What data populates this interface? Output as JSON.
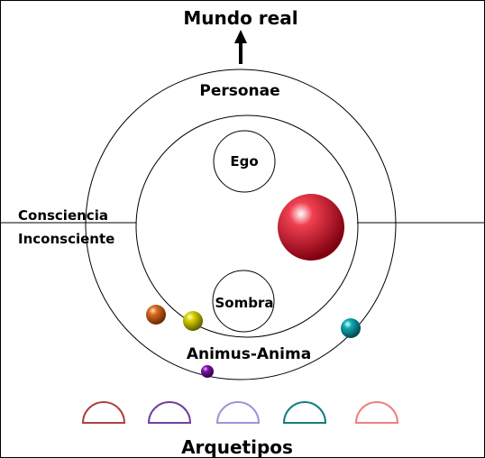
{
  "labels": {
    "top": "Mundo real",
    "personae": "Personae",
    "ego": "Ego",
    "sombra": "Sombra",
    "animus": "Animus-Anima",
    "consciencia": "Consciencia",
    "inconsciente": "Inconsciente",
    "bottom": "Arquetipos"
  },
  "colors": {
    "big_sphere": "#e01020",
    "orange_sphere": "#d86a20",
    "yellow_sphere": "#d8d000",
    "teal_sphere": "#10a8b0",
    "purple_sphere": "#8010b0",
    "archetype_1": "#b04040",
    "archetype_2": "#7040a0",
    "archetype_3": "#9898d8",
    "archetype_4": "#108080",
    "archetype_5": "#f08080"
  },
  "icons": {
    "arrow": "up-arrow-icon"
  }
}
